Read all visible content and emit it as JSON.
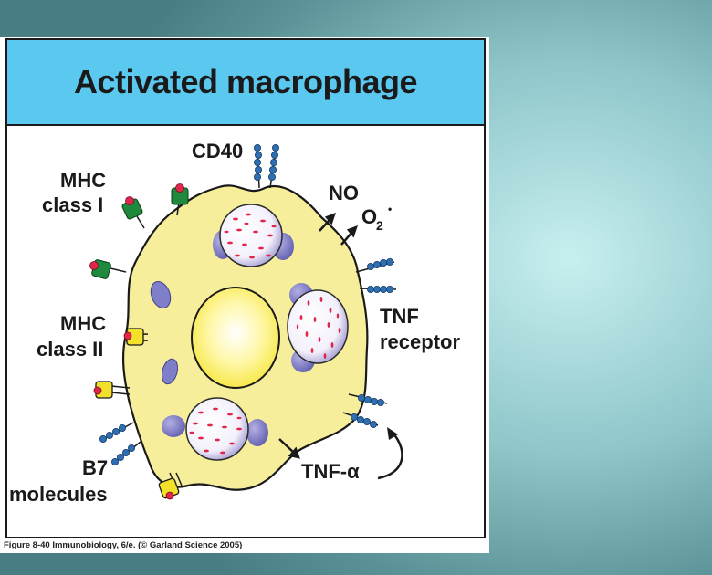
{
  "title": "Activated macrophage",
  "labels": {
    "cd40": "CD40",
    "mhc1_line1": "MHC",
    "mhc1_line2": "class I",
    "mhc2_line1": "MHC",
    "mhc2_line2": "class II",
    "b7_line1": "B7",
    "b7_line2": "molecules",
    "no": "NO",
    "o2": "O",
    "o2_sub": "2",
    "o2_sup": "•",
    "tnf_receptor_line1": "TNF",
    "tnf_receptor_line2": "receptor",
    "tnf_alpha": "TNF-α"
  },
  "caption": "Figure 8-40 Immunobiology, 6/e. (© Garland Science 2005)",
  "colors": {
    "cytoplasm": "#f7ee9c",
    "nucleus": "#fff36b",
    "vesicle": "#7f7fc9",
    "granule": "#e0264a",
    "mhc_class_i": "#1f8a3e",
    "mhc_class_ii": "#f2e12a",
    "receptor_chain": "#2e6fb4",
    "title_bar": "#5bc8f0"
  }
}
